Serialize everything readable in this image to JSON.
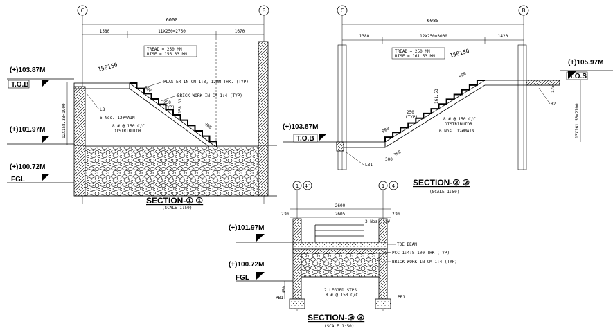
{
  "grid_labels": {
    "s1_left": "C",
    "s1_right": "B",
    "s2_left": "C",
    "s2_right": "B",
    "s3_left": "1",
    "s3_left_b": "4'",
    "s3_right": "1",
    "s3_right_b": "4"
  },
  "section1": {
    "overall_dim": "6000",
    "dim_left": "1580",
    "dim_mid": "11X250=2750",
    "dim_right": "1670",
    "tread_note": "TREAD = 250 MM",
    "rise_note": "RISE = 156.33 MM",
    "callout": "150150",
    "level_top": "(+)103.87M",
    "tag_top": "T.O.B",
    "level_mid": "(+)101.97M",
    "level_bot": "(+)100.72M",
    "tag_bot": "FGL",
    "vertical_dim": "12X158.33=1900",
    "note_plaster": "PLASTER IN CM 1:3, 12MM THK. (TYP)",
    "note_brick": "BRICK WORK IN CM 1:4 (TYP)",
    "step_tread": "250",
    "step_typ": "(TYP)",
    "step_rise": "158.33",
    "slab_dim1": "900",
    "slab_dim2": "900",
    "lb_label": "LB",
    "main_bar": "6 Nos. 12#MAIN",
    "distributor": "8 # @ 150 C/C",
    "distributor2": "DISTRIBUTOR",
    "title": "SECTION-① ①",
    "scale": "(SCALE 1:50)"
  },
  "section2": {
    "overall_dim": "6080",
    "dim_left": "1380",
    "dim_mid": "12X250=3000",
    "dim_right": "1420",
    "tread_note": "TREAD = 250 MM",
    "rise_note": "RISE = 161.53 MM",
    "callout": "150150",
    "level_top": "(+)105.97M",
    "tag_top": "T.O.S",
    "level_left": "(+)103.87M",
    "tag_left": "T.O.B",
    "vertical_dim": "13X161.53=2100",
    "right_small": "175",
    "b2_label": "B2",
    "lb1_label": "LB1",
    "step_tread": "250",
    "step_typ": "(TYP)",
    "step_rise": "161.53",
    "dim_900a": "900",
    "dim_900b": "900",
    "dim_300": "300",
    "dim_300b": "300",
    "distributor": "8 # @ 150 C/C",
    "distributor2": "DISTRIBUTOR",
    "main_bar": "6 Nos. 12#MAIN",
    "title": "SECTION-② ②",
    "scale": "(SCALE 1:50)"
  },
  "section3": {
    "overall_dim": "2600",
    "dim_left": "230",
    "dim_mid": "2605",
    "dim_right": "230",
    "bar_note": "3 Nos. 12#",
    "level_mid": "(+)101.97M",
    "level_bot": "(+)100.72M",
    "tag_bot": "FGL",
    "dim_450": "450",
    "note_toe": "TOE BEAM",
    "note_pcc": "PCC 1:4:8 100 THK (TYP)",
    "note_brick": "BRICK WORK IN CM 1:4 (TYP)",
    "stirrup1": "2 LEGGED STPS",
    "stirrup2": "8 # @ 150 C/C",
    "pb_left": "PB1",
    "pb_right": "PB1",
    "title": "SECTION-③ ③",
    "scale": "(SCALE 1:50)"
  }
}
